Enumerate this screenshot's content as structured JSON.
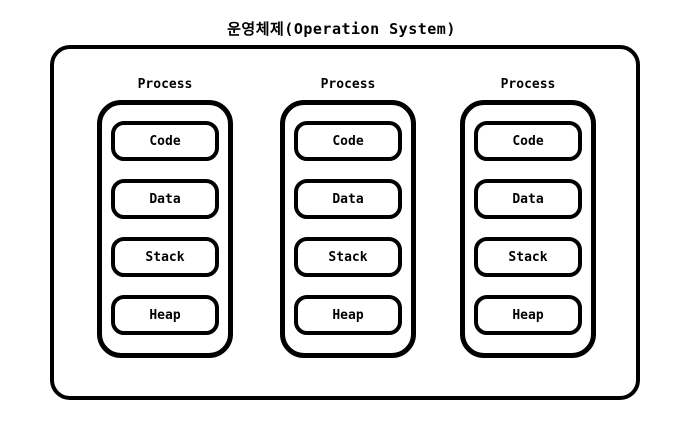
{
  "title": "운영체제(Operation System)",
  "colors": {
    "line": "#000000",
    "background": "#ffffff"
  },
  "processes": [
    {
      "label": "Process",
      "segments": [
        "Code",
        "Data",
        "Stack",
        "Heap"
      ]
    },
    {
      "label": "Process",
      "segments": [
        "Code",
        "Data",
        "Stack",
        "Heap"
      ]
    },
    {
      "label": "Process",
      "segments": [
        "Code",
        "Data",
        "Stack",
        "Heap"
      ]
    }
  ]
}
